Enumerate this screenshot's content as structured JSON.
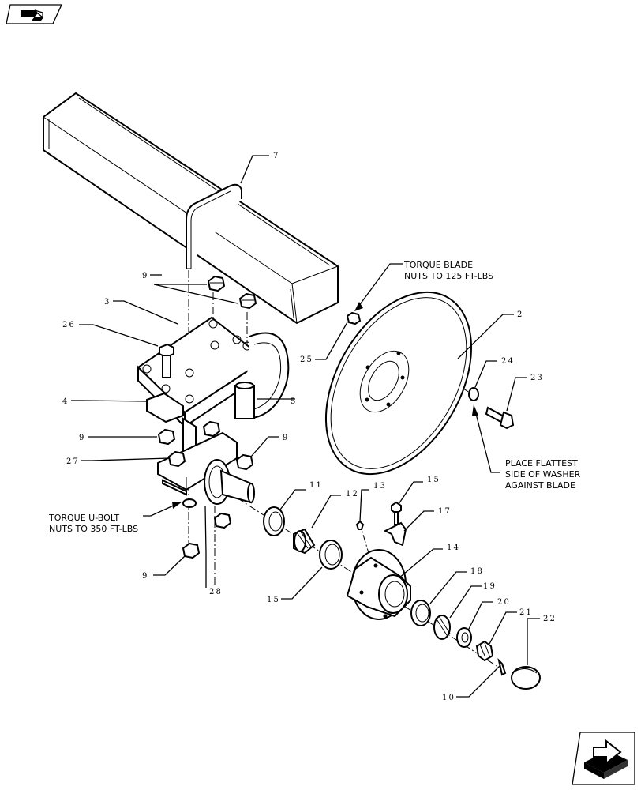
{
  "callouts": {
    "c7": "7",
    "c9a": "9",
    "c3": "3",
    "c26": "26",
    "c4": "4",
    "c5": "5",
    "c9b": "9",
    "c9c": "9",
    "c27": "27",
    "c9d": "9",
    "c28": "28",
    "c11": "11",
    "c12": "12",
    "c15a": "15",
    "c13": "13",
    "c15b": "15",
    "c17": "17",
    "c14": "14",
    "c18": "18",
    "c19": "19",
    "c20": "20",
    "c21": "21",
    "c22": "22",
    "c10": "10",
    "c25": "25",
    "c2": "2",
    "c24": "24",
    "c23": "23"
  },
  "notes": {
    "blade_1": "TORQUE BLADE",
    "blade_2": "NUTS TO 125 FT-LBS",
    "washer_1": "PLACE FLATTEST",
    "washer_2": "SIDE OF WASHER",
    "washer_3": "AGAINST BLADE",
    "ubolt_1": "TORQUE U-BOLT",
    "ubolt_2": "NUTS TO 350 FT-LBS"
  },
  "nav": {
    "prev_icon": "previous-page-icon",
    "next_icon": "next-page-icon"
  }
}
